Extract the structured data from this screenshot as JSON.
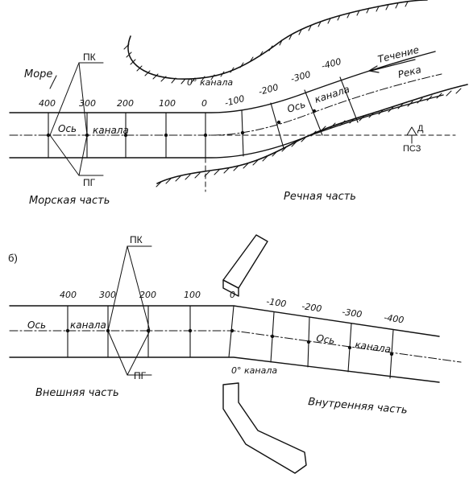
{
  "panel_a": {
    "sea_label": "Море",
    "pk_label": "ПК",
    "pg_label": "ПГ",
    "zero_label": "0° канала",
    "axis_word1": "Ось",
    "axis_word2": "канала",
    "river_axis_word1": "Ось",
    "river_axis_word2": "канала",
    "current_label": "Течение",
    "river_label": "Река",
    "d_label": "Д",
    "psz_label": "ПСЗ",
    "sea_part_label": "Морская часть",
    "river_part_label": "Речная часть",
    "stations": [
      "400",
      "300",
      "200",
      "100",
      "0",
      "-100",
      "-200",
      "-300",
      "-400"
    ]
  },
  "panel_b": {
    "panel_letter": "б)",
    "pk_label": "ПК",
    "pg_label": "ПГ",
    "zero_label": "0° канала",
    "axis_word1": "Ось",
    "axis_word2": "канала",
    "inner_axis_word1": "Ось",
    "inner_axis_word2": "канала",
    "outer_part_label": "Внешняя часть",
    "inner_part_label": "Внутренняя часть",
    "stations": [
      "400",
      "300",
      "200",
      "100",
      "0",
      "-100",
      "-200",
      "-300",
      "-400"
    ]
  },
  "colors": {
    "ink": "#111111",
    "paper": "#ffffff"
  }
}
